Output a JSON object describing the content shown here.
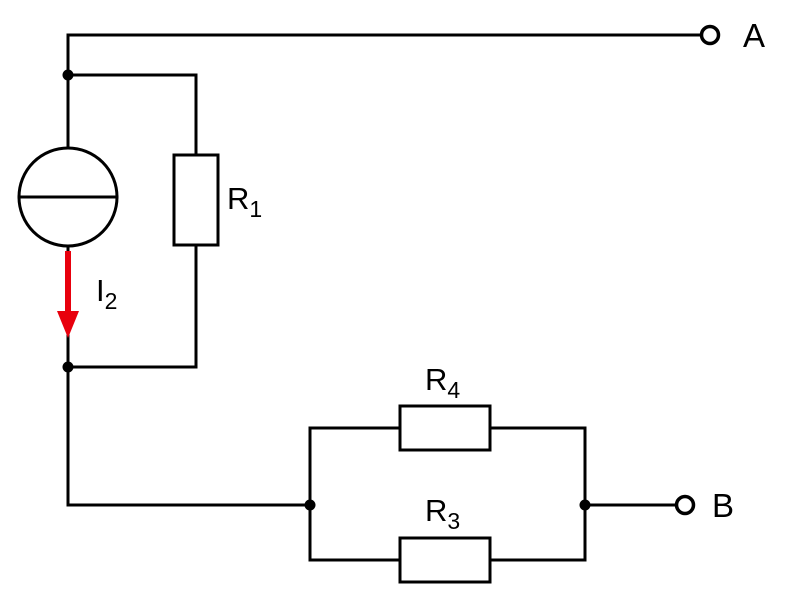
{
  "title": "Circuit schematic with current source and resistor network",
  "colors": {
    "background": "#ffffff",
    "wire": "#000000",
    "component_fill": "#ffffff",
    "current_arrow": "#e8000d"
  },
  "terminals": {
    "a": {
      "label": "A"
    },
    "b": {
      "label": "B"
    }
  },
  "components": {
    "current_source": {
      "type": "current-source",
      "symbol": "circle-with-horizontal-bar"
    },
    "r1": {
      "type": "resistor",
      "base": "R",
      "sub": "1",
      "orientation": "vertical"
    },
    "r4": {
      "type": "resistor",
      "base": "R",
      "sub": "4",
      "orientation": "horizontal"
    },
    "r3": {
      "type": "resistor",
      "base": "R",
      "sub": "3",
      "orientation": "horizontal"
    }
  },
  "currents": {
    "i2": {
      "base": "I",
      "sub": "2",
      "direction": "down"
    }
  },
  "topology": {
    "description": "Current source in parallel with R1 between node at terminal A side and lower node; lower node connects through wire to parallel combination of R4 and R3, whose right node connects to terminal B. Current I2 flows downward out of the source."
  }
}
